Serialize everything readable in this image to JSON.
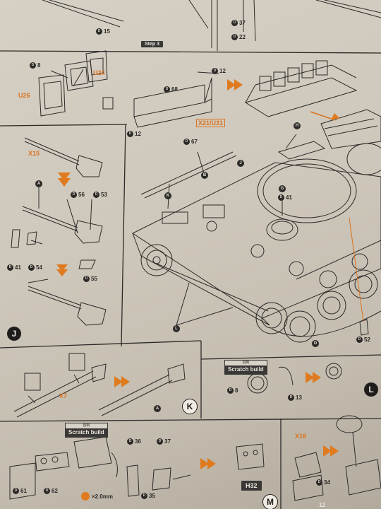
{
  "sheet": {
    "top": {
      "p15": "15",
      "p37": "37",
      "p22": "22",
      "step": "Step 3"
    },
    "panel_u": {
      "p8": "8",
      "u24": "U24",
      "u26": "U26",
      "p68": "68",
      "p12a": "12",
      "p12b": "12",
      "p67": "67",
      "x21": "X21/U31",
      "marker_h": "H"
    },
    "panel_j": {
      "x15": "X15",
      "marker_a": "A",
      "p56": "56",
      "p53": "53",
      "p41": "41",
      "p54": "54",
      "p55": "55",
      "step_letter": "J"
    },
    "hull": {
      "marker_j": "J",
      "marker_k": "K",
      "marker_b": "B",
      "marker_g": "G",
      "p41": "41",
      "marker_l": "L",
      "marker_d": "D",
      "p52": "52"
    },
    "panel_k": {
      "x7": "X7",
      "marker_a": "A",
      "step_letter": "K"
    },
    "panel_l": {
      "scratch_small": "自制",
      "scratch": "Scratch build",
      "p8": "8",
      "p13": "13",
      "step_letter": "L"
    },
    "panel_m": {
      "scratch_small": "自制",
      "scratch": "Scratch build",
      "p36": "36",
      "p37": "37",
      "p61": "61",
      "p62": "62",
      "p35": "35",
      "wire": "×2.0mm",
      "h32": "H32",
      "step_letter": "M",
      "wire_mark": ""
    },
    "panel_n": {
      "x18": "X18",
      "p34": "34"
    },
    "footer": {
      "page": "12"
    }
  },
  "colors": {
    "accent": "#e07a1e",
    "ink": "#2c2a28",
    "paper": "#d4cec3"
  }
}
